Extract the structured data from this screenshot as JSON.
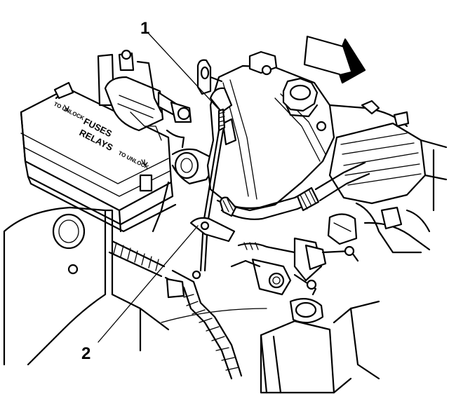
{
  "callouts": [
    {
      "id": "1",
      "text": "1"
    },
    {
      "id": "2",
      "text": "2"
    }
  ],
  "fuse_box": {
    "label_line1": "FUSES",
    "label_line2": "RELAYS",
    "unlock_top": "TO UNLOCK",
    "unlock_bottom": "TO UNLOCK"
  },
  "colors": {
    "ink": "#000000",
    "paper": "#ffffff"
  }
}
